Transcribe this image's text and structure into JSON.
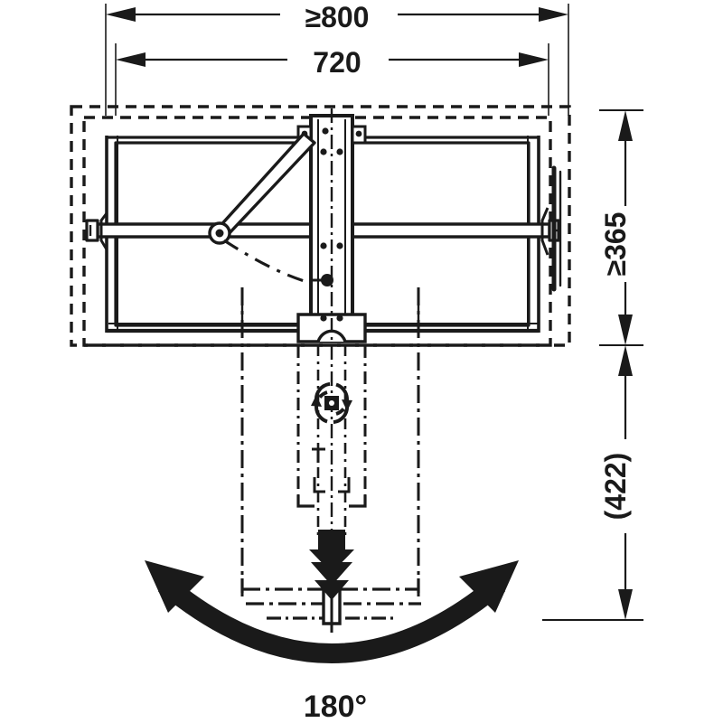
{
  "drawing": {
    "type": "mechanical-engineering-dimension-drawing",
    "subject": "swing-out folding fitting / pivot arm hardware, plan view",
    "units": "mm",
    "background_color": "#ffffff",
    "line_color": "#1a1a1a",
    "dimensions": {
      "top_outer": {
        "label": "≥800",
        "value": 800,
        "qualifier": "minimum",
        "orientation": "horizontal",
        "description": "overall minimum cabinet width"
      },
      "top_inner": {
        "label": "720",
        "value": 720,
        "qualifier": "exact",
        "orientation": "horizontal",
        "description": "fitting carcase width"
      },
      "right_upper": {
        "label": "≥365",
        "value": 365,
        "qualifier": "minimum",
        "orientation": "vertical",
        "description": "minimum cabinet depth"
      },
      "right_lower": {
        "label": "(422)",
        "value": 422,
        "qualifier": "reference",
        "orientation": "vertical",
        "description": "swing-out projection, reference dimension"
      }
    },
    "annotations": {
      "rotation": {
        "label": "180°",
        "value": 180,
        "symbol": "double-headed-arc-arrow",
        "description": "full swing range of the pivoting arm"
      },
      "motion_arrows": {
        "symbol": "triple-chevron-down",
        "count": 3,
        "direction": "down",
        "description": "lowering / pull-down direction of travel"
      },
      "pivot_symbol": {
        "symbol": "rotation-hub",
        "description": "central rotation axis marker"
      },
      "swing_arc": {
        "symbol": "dash-dot-arc",
        "description": "travel path of the diagonal strut"
      }
    },
    "components": [
      {
        "name": "outer-carcase-outline",
        "style": "dashed"
      },
      {
        "name": "inner-carcase-outline",
        "style": "dashed"
      },
      {
        "name": "frame-body",
        "style": "solid"
      },
      {
        "name": "center-column",
        "style": "solid"
      },
      {
        "name": "diagonal-strut",
        "style": "solid"
      },
      {
        "name": "pivot-joint",
        "style": "solid"
      },
      {
        "name": "horizontal-rail",
        "style": "solid"
      },
      {
        "name": "left-end-bracket",
        "style": "solid"
      },
      {
        "name": "right-end-bracket",
        "style": "solid"
      },
      {
        "name": "lowered-position-ghost",
        "style": "dash-dot"
      }
    ]
  }
}
